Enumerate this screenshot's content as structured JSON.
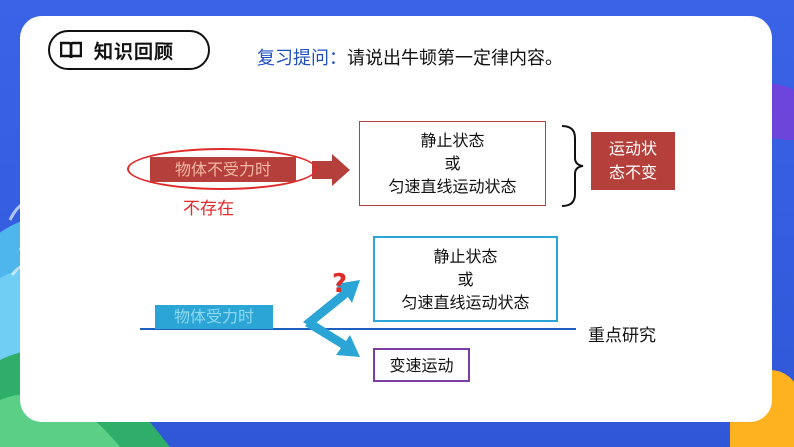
{
  "header": {
    "title": "知识回顾",
    "book_icon": "open-book-icon",
    "question_label": "复习提问：",
    "question_text": "请说出牛顿第一定律内容。"
  },
  "top_row": {
    "condition": "物体不受力时",
    "annotation": "不存在",
    "state_line1": "静止状态",
    "state_line2": "或",
    "state_line3": "匀速直线运动状态",
    "result_line1": "运动状",
    "result_line2": "态不变"
  },
  "bottom_row": {
    "condition": "物体受力时",
    "question_mark": "?",
    "state_line1": "静止状态",
    "state_line2": "或",
    "state_line3": "匀速直线运动状态",
    "change_state": "变速运动",
    "focus": "重点研究"
  },
  "colors": {
    "background_blue": "#3a63e6",
    "dark_red": "#b5403b",
    "alert_red": "#e12a2a",
    "cyan": "#2aa5d6",
    "purple": "#7b3fa3"
  }
}
